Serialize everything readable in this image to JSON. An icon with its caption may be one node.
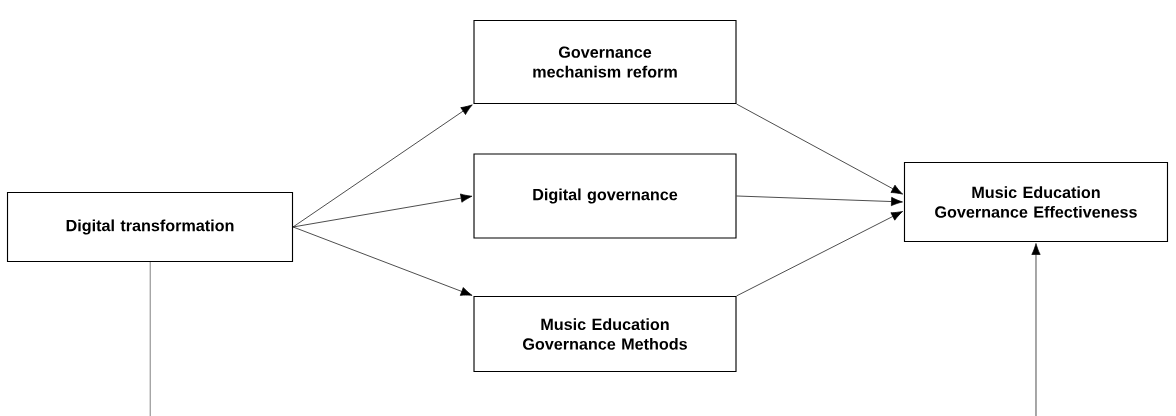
{
  "diagram": {
    "nodes": [
      {
        "text": [
          "Digital transformation"
        ]
      },
      {
        "text": [
          "Governance mechanism reform"
        ]
      },
      {
        "text": [
          "Digital governance"
        ]
      },
      {
        "text": [
          "Music Education Governance Methods"
        ]
      },
      {
        "text": [
          "Music Education Governance Effectiveness"
        ]
      }
    ],
    "edges": [
      {
        "from": 0,
        "to": 1,
        "arrow": "to"
      },
      {
        "from": 0,
        "to": 2,
        "arrow": "to"
      },
      {
        "from": 0,
        "to": 3,
        "arrow": "to"
      },
      {
        "from": 1,
        "to": 4,
        "arrow": "to"
      },
      {
        "from": 2,
        "to": 4,
        "arrow": "to"
      },
      {
        "from": 3,
        "to": 4,
        "arrow": "to"
      },
      {
        "from": 0,
        "to": 4,
        "arrow": "to"
      }
    ]
  }
}
